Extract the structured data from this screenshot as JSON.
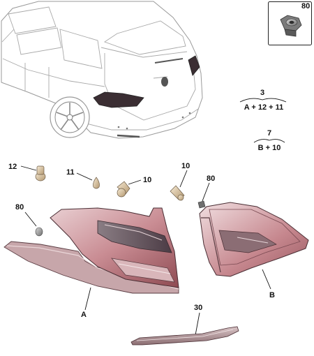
{
  "inset": {
    "label": "80"
  },
  "formulas": {
    "f3": {
      "top": "3",
      "bottom": "A + 12 + 11"
    },
    "f7": {
      "top": "7",
      "bottom": "B + 10"
    }
  },
  "callouts": {
    "c12": "12",
    "c11": "11",
    "c10a": "10",
    "c10b": "10",
    "c80a": "80",
    "c80b": "80",
    "cA": "A",
    "cB": "B",
    "c30": "30"
  }
}
